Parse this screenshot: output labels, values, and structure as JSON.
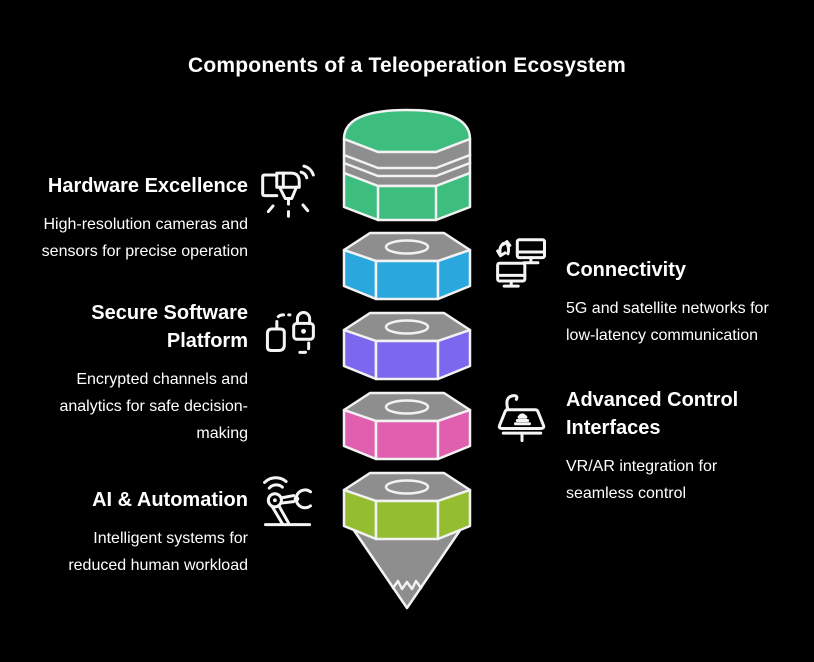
{
  "title": "Components of a Teleoperation Ecosystem",
  "left_items": [
    {
      "heading": "Hardware Excellence",
      "description": "High-resolution cameras and\nsensors for precise operation",
      "icon": "wireless-drill-icon"
    },
    {
      "heading": "Secure Software\nPlatform",
      "description": "Encrypted channels and\nanalytics for safe decision-\nmaking",
      "icon": "padlock-icon"
    },
    {
      "heading": "AI & Automation",
      "description": "Intelligent systems for\nreduced human workload",
      "icon": "robot-arm-icon"
    }
  ],
  "right_items": [
    {
      "heading": "Connectivity",
      "description": "5G and satellite networks for\nlow-latency communication",
      "icon": "networked-monitors-icon"
    },
    {
      "heading": "Advanced Control\nInterfaces",
      "description": "VR/AR integration for\nseamless control",
      "icon": "control-console-icon"
    }
  ],
  "pencil": {
    "gray_color": "#8e8e8e",
    "outline_color": "#f2f2f2",
    "segments": [
      {
        "name": "eraser-cap",
        "color": "#3dbd7e"
      },
      {
        "name": "nut-1",
        "color": "#2aa7dc"
      },
      {
        "name": "nut-2",
        "color": "#7b68ee"
      },
      {
        "name": "nut-3",
        "color": "#e05fae"
      },
      {
        "name": "tip-nut",
        "color": "#94bd32"
      }
    ]
  },
  "colors": {
    "background": "#000000",
    "text": "#ffffff"
  }
}
